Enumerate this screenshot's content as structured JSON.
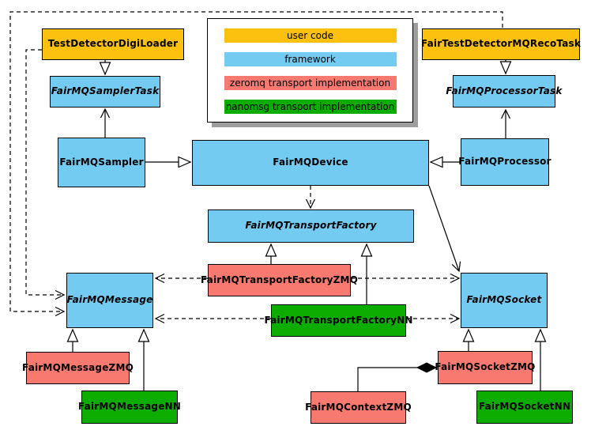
{
  "diagram_type": "uml-class-diagram",
  "nodes": {
    "test_detector_digi_loader": {
      "label": "TestDetectorDigiLoader",
      "category": "user code",
      "abstract": false
    },
    "fair_test_detector_mq_reco_task": {
      "label": "FairTestDetectorMQRecoTask",
      "category": "user code",
      "abstract": false
    },
    "fairmq_sampler_task": {
      "label": "FairMQSamplerTask",
      "category": "framework",
      "abstract": true
    },
    "fairmq_processor_task": {
      "label": "FairMQProcessorTask",
      "category": "framework",
      "abstract": true
    },
    "fairmq_sampler": {
      "label": "FairMQSampler",
      "category": "framework",
      "abstract": false
    },
    "fairmq_device": {
      "label": "FairMQDevice",
      "category": "framework",
      "abstract": false
    },
    "fairmq_processor": {
      "label": "FairMQProcessor",
      "category": "framework",
      "abstract": false
    },
    "fairmq_transport_factory": {
      "label": "FairMQTransportFactory",
      "category": "framework",
      "abstract": true
    },
    "fairmq_transport_factory_zmq": {
      "label": "FairMQTransportFactoryZMQ",
      "category": "zeromq",
      "abstract": false
    },
    "fairmq_transport_factory_nn": {
      "label": "FairMQTransportFactoryNN",
      "category": "nanomsg",
      "abstract": false
    },
    "fairmq_message": {
      "label": "FairMQMessage",
      "category": "framework",
      "abstract": true
    },
    "fairmq_socket": {
      "label": "FairMQSocket",
      "category": "framework",
      "abstract": true
    },
    "fairmq_message_zmq": {
      "label": "FairMQMessageZMQ",
      "category": "zeromq",
      "abstract": false
    },
    "fairmq_message_nn": {
      "label": "FairMQMessageNN",
      "category": "nanomsg",
      "abstract": false
    },
    "fairmq_context_zmq": {
      "label": "FairMQContextZMQ",
      "category": "zeromq",
      "abstract": false
    },
    "fairmq_socket_zmq": {
      "label": "FairMQSocketZMQ",
      "category": "zeromq",
      "abstract": false
    },
    "fairmq_socket_nn": {
      "label": "FairMQSocketNN",
      "category": "nanomsg",
      "abstract": false
    }
  },
  "legend": {
    "items": [
      {
        "label": "user code",
        "color": "#FCC10E"
      },
      {
        "label": "framework",
        "color": "#74CBF2"
      },
      {
        "label": "zeromq transport implementation",
        "color": "#F8796F"
      },
      {
        "label": "nanomsg transport implementation",
        "color": "#0CAC00"
      }
    ]
  },
  "colors": {
    "user_code": "#FCC10E",
    "framework": "#74CBF2",
    "zeromq": "#F8796F",
    "nanomsg": "#0CAC00",
    "edge": "#000000",
    "background": "#FFFFFF",
    "legend_shadow": "#9E9E9E"
  },
  "edges": [
    {
      "from": "TestDetectorDigiLoader",
      "to": "FairMQSamplerTask",
      "relation": "inheritance",
      "line": "solid"
    },
    {
      "from": "FairTestDetectorMQRecoTask",
      "to": "FairMQProcessorTask",
      "relation": "inheritance",
      "line": "solid"
    },
    {
      "from": "FairMQSampler",
      "to": "FairMQSamplerTask",
      "relation": "association",
      "line": "solid"
    },
    {
      "from": "FairMQProcessor",
      "to": "FairMQProcessorTask",
      "relation": "association",
      "line": "solid"
    },
    {
      "from": "FairMQSampler",
      "to": "FairMQDevice",
      "relation": "inheritance",
      "line": "solid"
    },
    {
      "from": "FairMQProcessor",
      "to": "FairMQDevice",
      "relation": "inheritance",
      "line": "solid"
    },
    {
      "from": "FairMQDevice",
      "to": "FairMQTransportFactory",
      "relation": "dependency",
      "line": "dashed"
    },
    {
      "from": "FairMQDevice",
      "to": "FairMQSocket",
      "relation": "association",
      "line": "solid"
    },
    {
      "from": "FairMQTransportFactoryZMQ",
      "to": "FairMQTransportFactory",
      "relation": "inheritance",
      "line": "solid"
    },
    {
      "from": "FairMQTransportFactoryNN",
      "to": "FairMQTransportFactory",
      "relation": "inheritance",
      "line": "solid"
    },
    {
      "from": "FairMQTransportFactoryZMQ",
      "to": "FairMQMessage",
      "relation": "dependency",
      "line": "dashed"
    },
    {
      "from": "FairMQTransportFactoryNN",
      "to": "FairMQMessage",
      "relation": "dependency",
      "line": "dashed"
    },
    {
      "from": "FairMQTransportFactoryZMQ",
      "to": "FairMQSocket",
      "relation": "dependency",
      "line": "dashed"
    },
    {
      "from": "FairMQTransportFactoryNN",
      "to": "FairMQSocket",
      "relation": "dependency",
      "line": "dashed"
    },
    {
      "from": "TestDetectorDigiLoader",
      "to": "FairMQMessage",
      "relation": "dependency",
      "line": "dashed"
    },
    {
      "from": "FairTestDetectorMQRecoTask",
      "to": "FairMQMessage",
      "relation": "dependency",
      "line": "dashed"
    },
    {
      "from": "FairMQMessageZMQ",
      "to": "FairMQMessage",
      "relation": "inheritance",
      "line": "solid"
    },
    {
      "from": "FairMQMessageNN",
      "to": "FairMQMessage",
      "relation": "inheritance",
      "line": "solid"
    },
    {
      "from": "FairMQSocketZMQ",
      "to": "FairMQSocket",
      "relation": "inheritance",
      "line": "solid"
    },
    {
      "from": "FairMQSocketNN",
      "to": "FairMQSocket",
      "relation": "inheritance",
      "line": "solid"
    },
    {
      "from": "FairMQContextZMQ",
      "to": "FairMQSocketZMQ",
      "relation": "composition",
      "line": "solid"
    }
  ]
}
